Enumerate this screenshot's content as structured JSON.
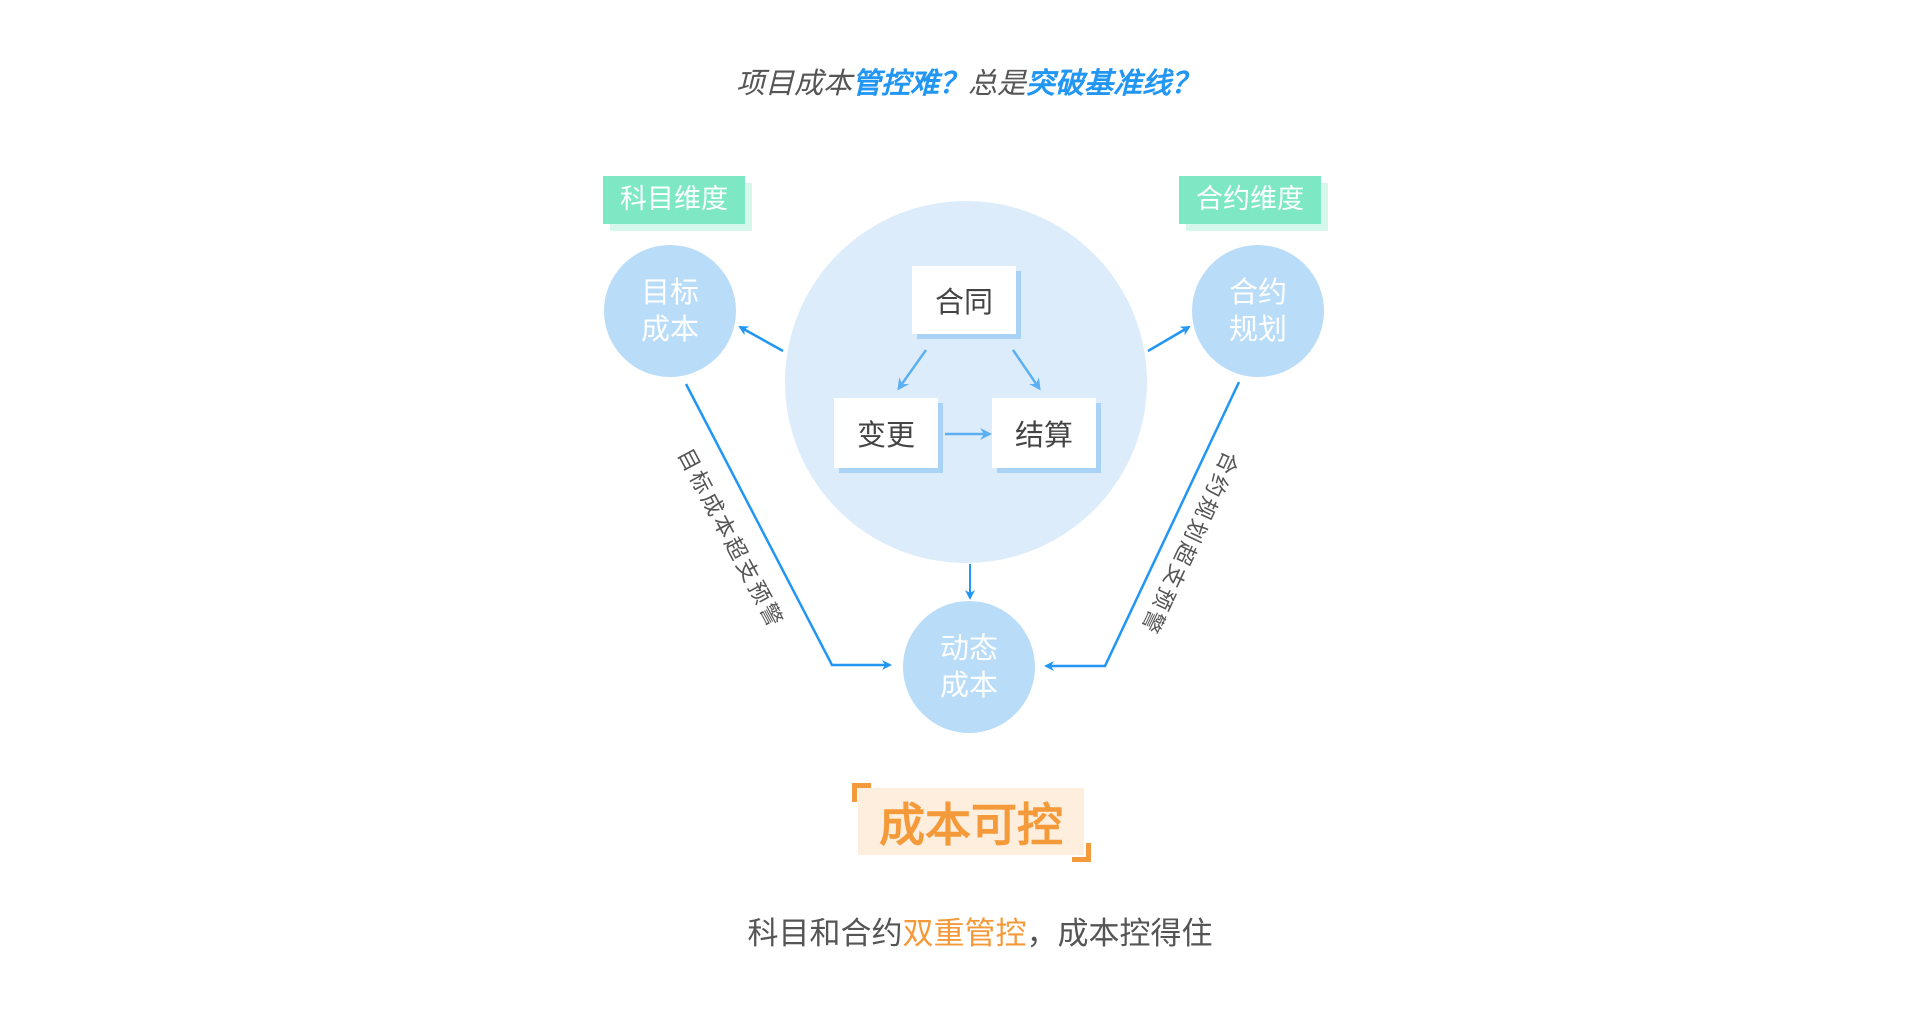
{
  "title": {
    "part1": "项目成本",
    "part2": "管控难？",
    "part3": "总是",
    "part4": "突破基准线？"
  },
  "tags": {
    "left": "科目维度",
    "right": "合约维度"
  },
  "nodes": {
    "target_cost": [
      "目标",
      "成本"
    ],
    "contract_plan": [
      "合约",
      "规划"
    ],
    "dynamic_cost": [
      "动态",
      "成本"
    ]
  },
  "center": {
    "contract": "合同",
    "change": "变更",
    "settlement": "结算"
  },
  "warnings": {
    "left": "目标成本超支预警",
    "right": "合约规划超支预警"
  },
  "goal": "成本可控",
  "subtitle": {
    "part1": "科目和合约",
    "part2": "双重管控",
    "part3": "，成本控得住"
  },
  "colors": {
    "accent": "#2196f3",
    "orange": "#f59a3a",
    "tag": "#7ee8c4",
    "circle": "#b9dcf8"
  }
}
